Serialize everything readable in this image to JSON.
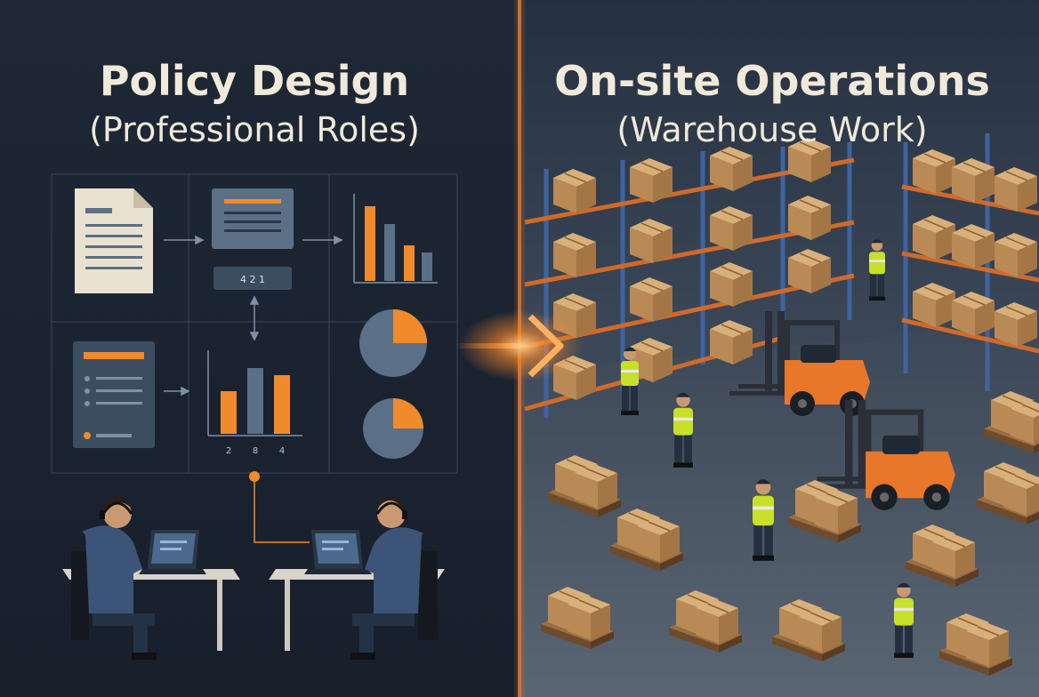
{
  "left_panel": {
    "title": "Policy Design",
    "subtitle": "(Professional Roles)",
    "card_numbers": "4 2 1",
    "chart_axis_labels": [
      "2",
      "8",
      "4"
    ],
    "icons": [
      "document-icon",
      "report-card-icon",
      "bar-chart-icon",
      "checklist-card-icon",
      "pie-chart-icon",
      "headset-worker-icon",
      "laptop-icon"
    ],
    "accent_color": "#f08a2a",
    "slate_color": "#5b6f86"
  },
  "right_panel": {
    "title": "On-site Operations",
    "subtitle": "(Warehouse Work)",
    "icons": [
      "pallet-rack-icon",
      "forklift-icon",
      "cardboard-box-icon",
      "warehouse-worker-icon"
    ],
    "vest_color": "#c8e02a",
    "forklift_color": "#e8772a"
  },
  "divider": {
    "arrow": "arrow-right-icon",
    "glow_color": "#ff8a2a"
  }
}
